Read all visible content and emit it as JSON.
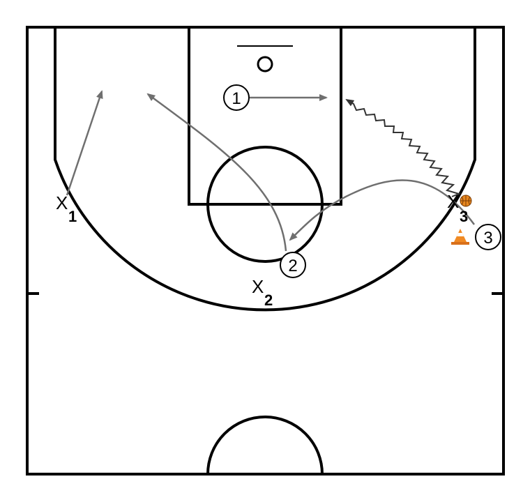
{
  "offense": [
    {
      "id": "o1",
      "label": "1"
    },
    {
      "id": "o2",
      "label": "2"
    },
    {
      "id": "o3",
      "label": "3"
    }
  ],
  "defense": [
    {
      "id": "x1",
      "letter": "X",
      "sub": "1"
    },
    {
      "id": "x2",
      "letter": "X",
      "sub": "2"
    },
    {
      "id": "x3",
      "letter": "X",
      "sub": "3"
    }
  ],
  "colors": {
    "court_lines": "#000000",
    "movement_arrows": "#6f6f6f",
    "ball": "#e8871e",
    "cone": "#f08a24"
  },
  "icons": [
    "basketball-icon",
    "cone-icon"
  ]
}
